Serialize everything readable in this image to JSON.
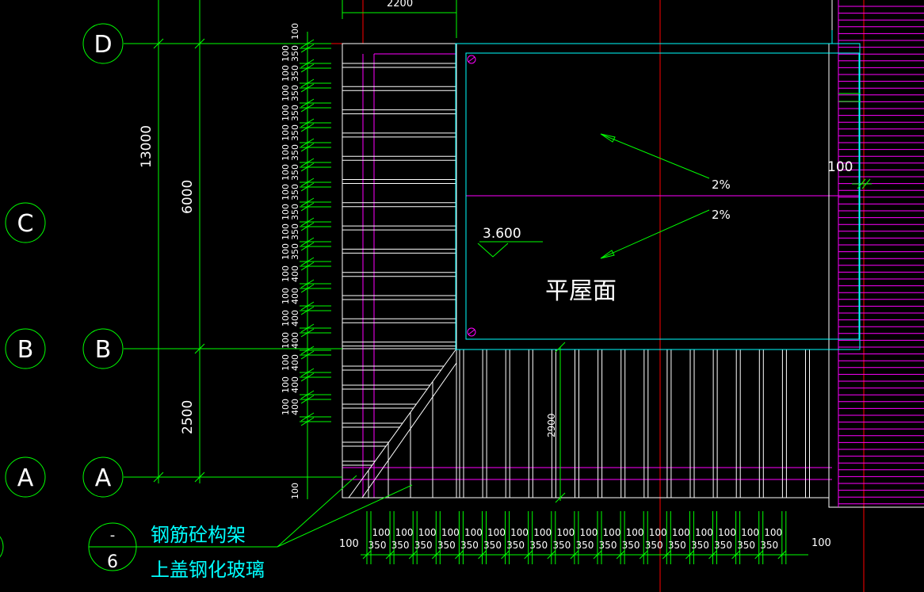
{
  "colors": {
    "background": "#000000",
    "dim_green": "#00ff00",
    "outline_white": "#ffffff",
    "axis_red": "#ff0000",
    "beam_magenta": "#ff00ff",
    "roof_cyan": "#00ffff"
  },
  "axes": {
    "inner": [
      {
        "label": "D",
        "key": "D"
      },
      {
        "label": "B",
        "key": "B"
      },
      {
        "label": "A",
        "key": "A"
      }
    ],
    "outer": [
      {
        "label": "C",
        "key": "C"
      },
      {
        "label": "B",
        "key": "B"
      },
      {
        "label": "A",
        "key": "A"
      }
    ]
  },
  "dimensions": {
    "top_width": "2200",
    "overall_height": "13000",
    "upper_span": "6000",
    "lower_span": "2500",
    "right_edge": "100",
    "vertical_depth": "2900",
    "left_first": "100",
    "left_pairs": [
      [
        "350",
        "100"
      ],
      [
        "350",
        "100"
      ],
      [
        "350",
        "100"
      ],
      [
        "350",
        "100"
      ],
      [
        "350",
        "100"
      ],
      [
        "350",
        "100"
      ],
      [
        "350",
        "100"
      ],
      [
        "350",
        "100"
      ],
      [
        "350",
        "100"
      ],
      [
        "350",
        "100"
      ],
      [
        "350",
        "100"
      ],
      [
        "400",
        "100"
      ],
      [
        "400",
        "100"
      ],
      [
        "400",
        "100"
      ],
      [
        "400",
        "100"
      ],
      [
        "400",
        "100"
      ],
      [
        "400",
        "100"
      ],
      [
        "400",
        "100"
      ]
    ],
    "left_last": "100",
    "bottom_top_row": [
      "100",
      "100",
      "100",
      "100",
      "100",
      "100",
      "100",
      "100",
      "100",
      "100",
      "100",
      "100",
      "100",
      "100",
      "100",
      "100",
      "100",
      "100"
    ],
    "bottom_bottom_row": [
      "350",
      "350",
      "350",
      "350",
      "350",
      "350",
      "350",
      "350",
      "350",
      "350",
      "350",
      "350",
      "350",
      "350",
      "350",
      "350",
      "350",
      "350"
    ],
    "bottom_left_end": "100",
    "bottom_right_end": "100"
  },
  "roof": {
    "elevation": "3.600",
    "label": "平屋面",
    "slope_upper": "2%",
    "slope_lower": "2%"
  },
  "callout": {
    "detail_top": "-",
    "detail_bottom": "6",
    "line1": "钢筋砼构架",
    "line2": "上盖钢化玻璃"
  }
}
